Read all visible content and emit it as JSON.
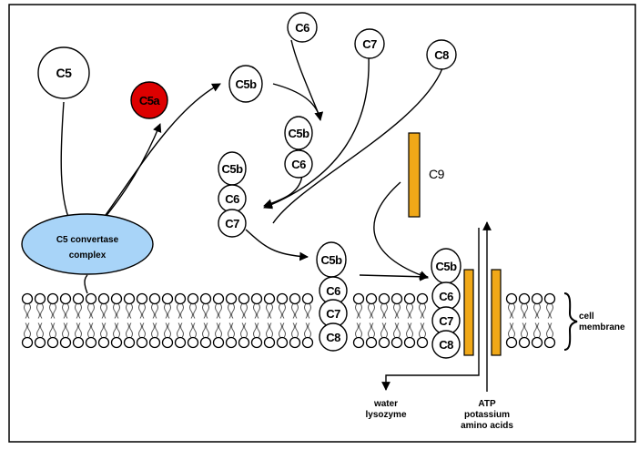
{
  "proteins": {
    "c5": "C5",
    "c5a": "C5a",
    "c5b": "C5b",
    "c6": "C6",
    "c7": "C7",
    "c8": "C8",
    "c9": "C9"
  },
  "convertase": {
    "line1": "C5 convertase",
    "line2": "complex"
  },
  "membrane": {
    "line1": "cell",
    "line2": "membrane"
  },
  "outflow": {
    "line1": "water",
    "line2": "lysozyme"
  },
  "inflow": {
    "line1": "ATP",
    "line2": "potassium",
    "line3": "amino acids"
  },
  "colors": {
    "c5a_fill": "#dd0000",
    "convertase_fill": "#a8d4f8",
    "c9_fill": "#f0a818",
    "line": "#000000"
  }
}
